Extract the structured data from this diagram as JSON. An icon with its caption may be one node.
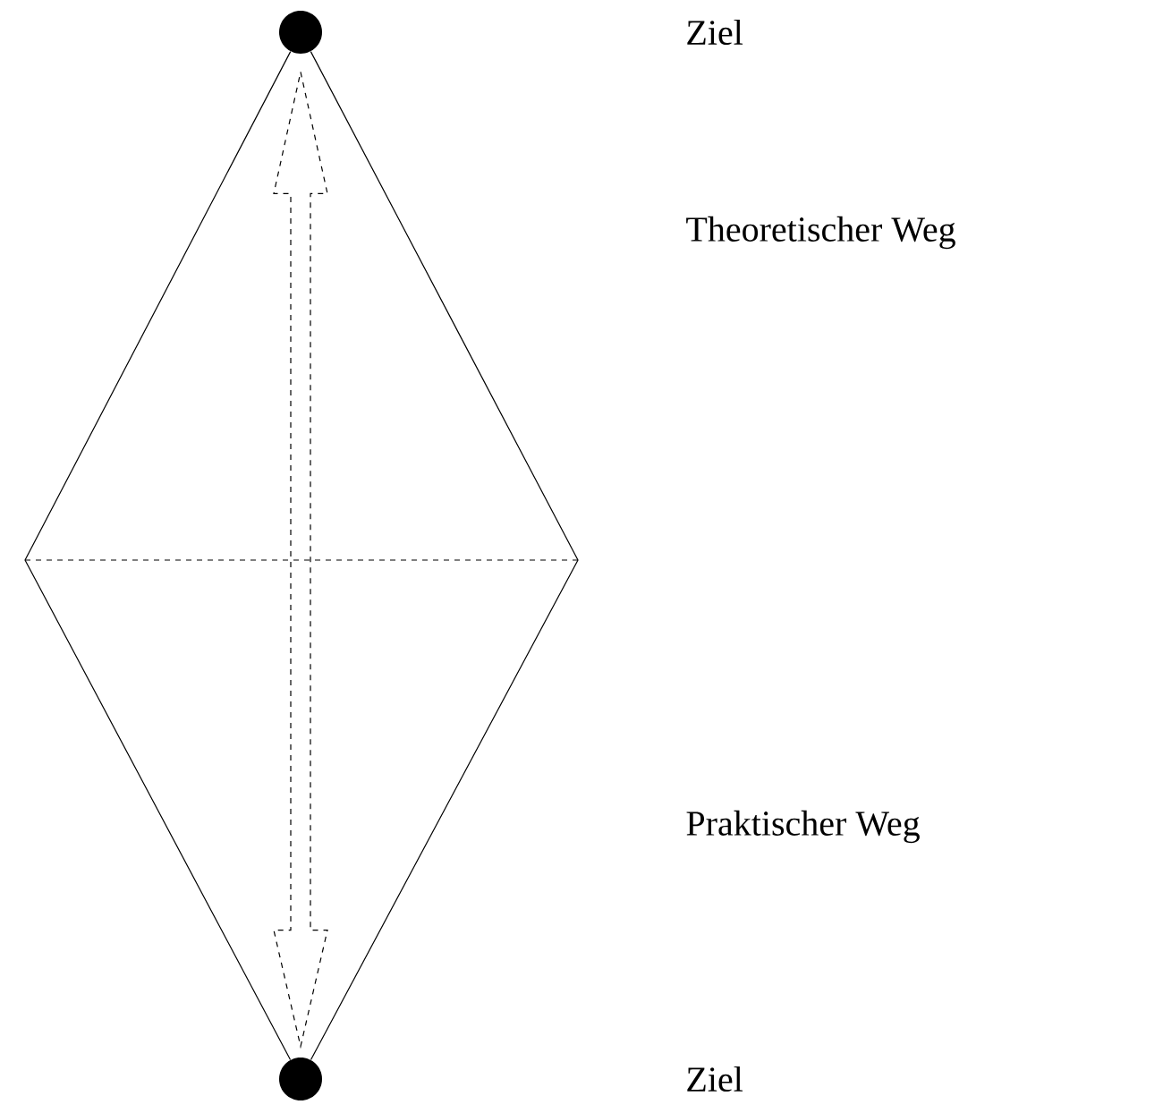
{
  "diagram": {
    "nodes": [
      {
        "text": [],
        "shape": "circle"
      },
      {
        "text": [],
        "shape": "circle"
      }
    ],
    "edges": [
      {
        "from": 0,
        "to": 1,
        "arrow": "none"
      },
      {
        "from": 0,
        "to": 1,
        "arrow": "none"
      },
      {
        "from": 1,
        "to": 0,
        "arrow": "both",
        "style": "dashed"
      }
    ],
    "labels": [
      "Ziel",
      "Theoretischer Weg",
      "Praktischer Weg",
      "Ziel"
    ]
  }
}
